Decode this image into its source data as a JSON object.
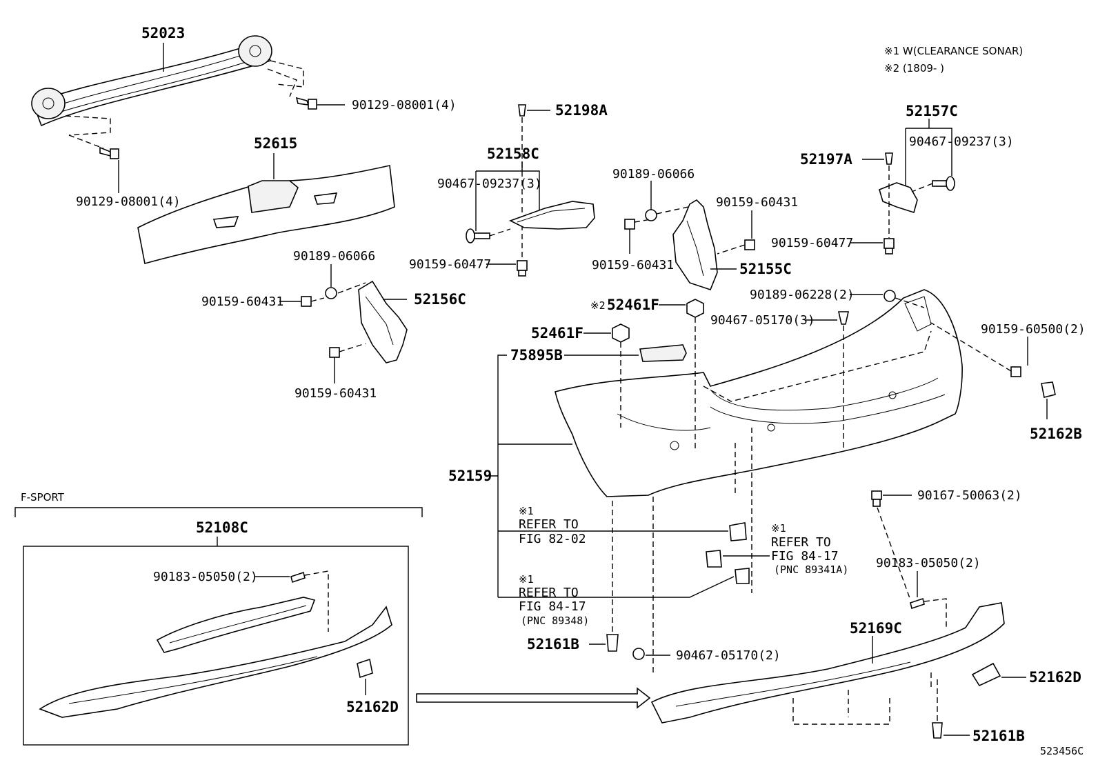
{
  "notes": {
    "note1": "※1 W(CLEARANCE SONAR)",
    "note2": "※2 (1809-    )"
  },
  "labels": {
    "p52023": "52023",
    "p90129_a": "90129-08001(4)",
    "p90129_b": "90129-08001(4)",
    "p52615": "52615",
    "p90189_06066_a": "90189-06066",
    "p90159_60431_a": "90159-60431",
    "p52156C": "52156C",
    "p90159_60431_b": "90159-60431",
    "p52198A": "52198A",
    "p52158C": "52158C",
    "p90467_09237_a": "90467-09237(3)",
    "p90159_60477_a": "90159-60477",
    "p90189_06066_b": "90189-06066",
    "p90159_60431_c": "90159-60431",
    "p90159_60431_d": "90159-60431",
    "p52155C": "52155C",
    "p52157C": "52157C",
    "p52197A": "52197A",
    "p90467_09237_b": "90467-09237(3)",
    "p90159_60477_b": "90159-60477",
    "p90189_06228": "90189-06228(2)",
    "p52461F_2_mark": "※2",
    "p52461F_2": "52461F",
    "p90467_05170_3": "90467-05170(3)",
    "p90159_60500": "90159-60500(2)",
    "p52461F": "52461F",
    "p75895B": "75895B",
    "p52162B": "52162B",
    "p52159": "52159",
    "fsport": "F-SPORT",
    "p52108C": "52108C",
    "p90183_05050_a": "90183-05050(2)",
    "p52162D_a": "52162D",
    "ref1_mark": "※1",
    "ref1_l1": "REFER TO",
    "ref1_l2": "FIG 82-02",
    "ref2_mark": "※1",
    "ref2_l1": "REFER TO",
    "ref2_l2": "FIG 84-17",
    "ref2_l3": "(PNC 89348)",
    "ref3_mark": "※1",
    "ref3_l1": "REFER TO",
    "ref3_l2": "FIG 84-17",
    "ref3_l3": "(PNC 89341A)",
    "p52161B_a": "52161B",
    "p90467_05170_2": "90467-05170(2)",
    "p90167_50063": "90167-50063(2)",
    "p90183_05050_b": "90183-05050(2)",
    "p52169C": "52169C",
    "p52162D_b": "52162D",
    "p52161B_b": "52161B",
    "figcode": "523456C"
  }
}
